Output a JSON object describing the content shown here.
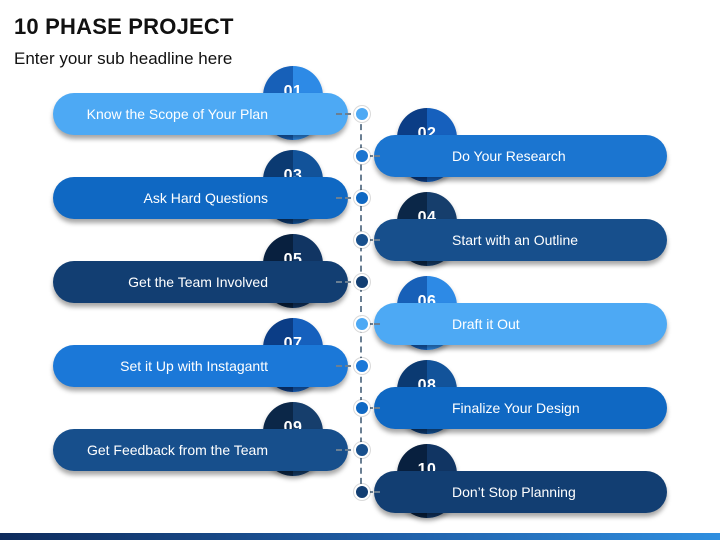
{
  "title": "10 PHASE PROJECT",
  "subtitle": "Enter your sub headline here",
  "steps": [
    {
      "number": "01",
      "label": "Know the Scope of Your Plan",
      "side": "left",
      "color": "#4da9f4",
      "badge_dark": "#1760b8",
      "badge_light": "#2d8ae6"
    },
    {
      "number": "02",
      "label": "Do Your Research",
      "side": "right",
      "color": "#1b75d0",
      "badge_dark": "#0b3d86",
      "badge_light": "#1660bd"
    },
    {
      "number": "03",
      "label": "Ask Hard Questions",
      "side": "left",
      "color": "#0f68c3",
      "badge_dark": "#0b3a72",
      "badge_light": "#12539a"
    },
    {
      "number": "04",
      "label": "Start with an Outline",
      "side": "right",
      "color": "#174f8c",
      "badge_dark": "#0b2748",
      "badge_light": "#163e6c"
    },
    {
      "number": "05",
      "label": "Get the Team Involved",
      "side": "left",
      "color": "#123e72",
      "badge_dark": "#08203f",
      "badge_light": "#113563"
    },
    {
      "number": "06",
      "label": "Draft it Out",
      "side": "right",
      "color": "#4da9f4",
      "badge_dark": "#1760b8",
      "badge_light": "#2d8ae6"
    },
    {
      "number": "07",
      "label": "Set it Up with Instagantt",
      "side": "left",
      "color": "#1b78d8",
      "badge_dark": "#0b3d86",
      "badge_light": "#1660bd"
    },
    {
      "number": "08",
      "label": "Finalize Your Design",
      "side": "right",
      "color": "#0f68c3",
      "badge_dark": "#0b3a72",
      "badge_light": "#12539a"
    },
    {
      "number": "09",
      "label": "Get Feedback from the Team",
      "side": "left",
      "color": "#174f8c",
      "badge_dark": "#0b2748",
      "badge_light": "#163e6c"
    },
    {
      "number": "10",
      "label": "Don’t Stop Planning",
      "side": "right",
      "color": "#123e72",
      "badge_dark": "#08203f",
      "badge_light": "#113563"
    }
  ]
}
